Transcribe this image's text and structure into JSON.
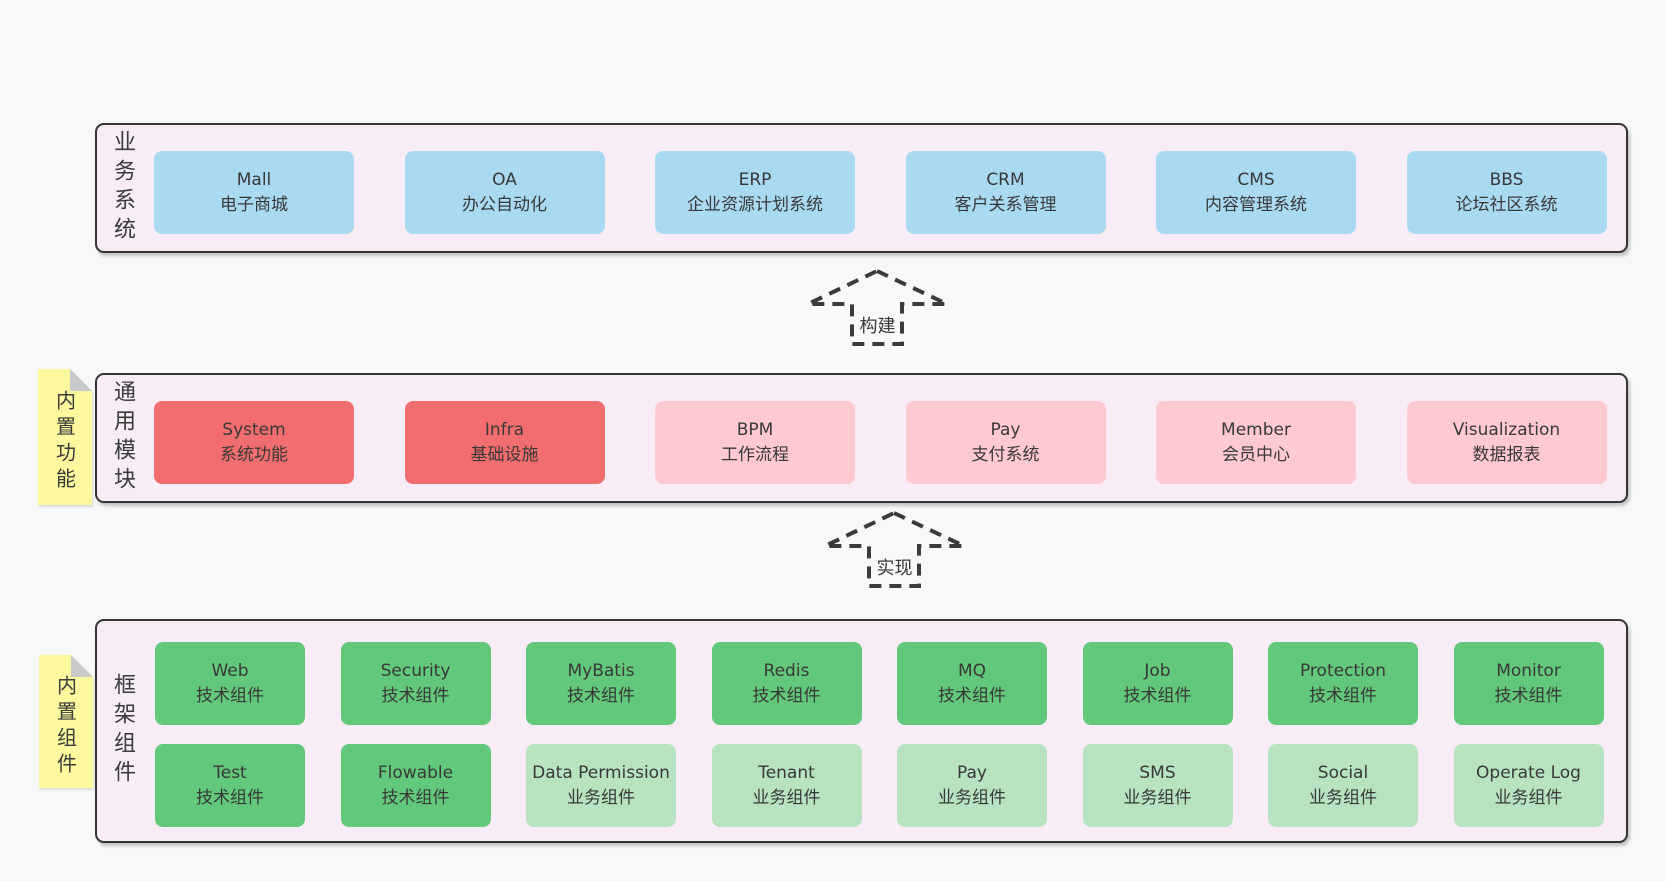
{
  "colors": {
    "pageBg": "#f8f8f8",
    "bandFill": "#f8edf6",
    "border": "#343434",
    "blue": "#a9daf2",
    "red": "#f26e6e",
    "pink": "#ffc9d2",
    "green": "#62c87a",
    "lightGreen": "#b7e3c0",
    "sticky": "#fbf89e",
    "fold": "#c9c9c9",
    "text": "#3a3a3a"
  },
  "arrows": {
    "build": "构建",
    "implement": "实现"
  },
  "bands": {
    "business": {
      "label": "业务系统",
      "items": [
        {
          "name": "Mall",
          "desc": "电子商城"
        },
        {
          "name": "OA",
          "desc": "办公自动化"
        },
        {
          "name": "ERP",
          "desc": "企业资源计划系统"
        },
        {
          "name": "CRM",
          "desc": "客户关系管理"
        },
        {
          "name": "CMS",
          "desc": "内容管理系统"
        },
        {
          "name": "BBS",
          "desc": "论坛社区系统"
        }
      ]
    },
    "modules": {
      "label": "通用模块",
      "sticky": "内置功能",
      "items": [
        {
          "name": "System",
          "desc": "系统功能"
        },
        {
          "name": "Infra",
          "desc": "基础设施"
        },
        {
          "name": "BPM",
          "desc": "工作流程"
        },
        {
          "name": "Pay",
          "desc": "支付系统"
        },
        {
          "name": "Member",
          "desc": "会员中心"
        },
        {
          "name": "Visualization",
          "desc": "数据报表"
        }
      ]
    },
    "components": {
      "label": "框架组件",
      "sticky": "内置组件",
      "row1": [
        {
          "name": "Web",
          "desc": "技术组件"
        },
        {
          "name": "Security",
          "desc": "技术组件"
        },
        {
          "name": "MyBatis",
          "desc": "技术组件"
        },
        {
          "name": "Redis",
          "desc": "技术组件"
        },
        {
          "name": "MQ",
          "desc": "技术组件"
        },
        {
          "name": "Job",
          "desc": "技术组件"
        },
        {
          "name": "Protection",
          "desc": "技术组件"
        },
        {
          "name": "Monitor",
          "desc": "技术组件"
        }
      ],
      "row2": [
        {
          "name": "Test",
          "desc": "技术组件"
        },
        {
          "name": "Flowable",
          "desc": "技术组件"
        },
        {
          "name": "Data Permission",
          "desc": "业务组件"
        },
        {
          "name": "Tenant",
          "desc": "业务组件"
        },
        {
          "name": "Pay",
          "desc": "业务组件"
        },
        {
          "name": "SMS",
          "desc": "业务组件"
        },
        {
          "name": "Social",
          "desc": "业务组件"
        },
        {
          "name": "Operate Log",
          "desc": "业务组件"
        }
      ]
    }
  }
}
